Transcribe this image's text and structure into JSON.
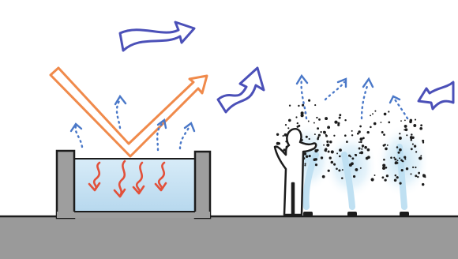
{
  "diagram": {
    "description_free": true,
    "colors": {
      "ground": "#9a9a9a",
      "wall": "#9e9e9e",
      "water": "#cfe6f4",
      "water_deep": "#b9daf0",
      "outline": "#1c1c1c",
      "sunlight": "#f08a4b",
      "heat": "#e2503a",
      "evaporation": "#4a78c8",
      "wind_outline": "#4b50b8",
      "wind_fill": "#ffffff",
      "mist": "#bfe0f2",
      "droplet": "#1c1c1c"
    },
    "icons": [
      "sun-ray-arrow",
      "heat-arrow",
      "evaporation-arrow",
      "wind-arrow",
      "person-figure",
      "mist-fountain"
    ]
  }
}
